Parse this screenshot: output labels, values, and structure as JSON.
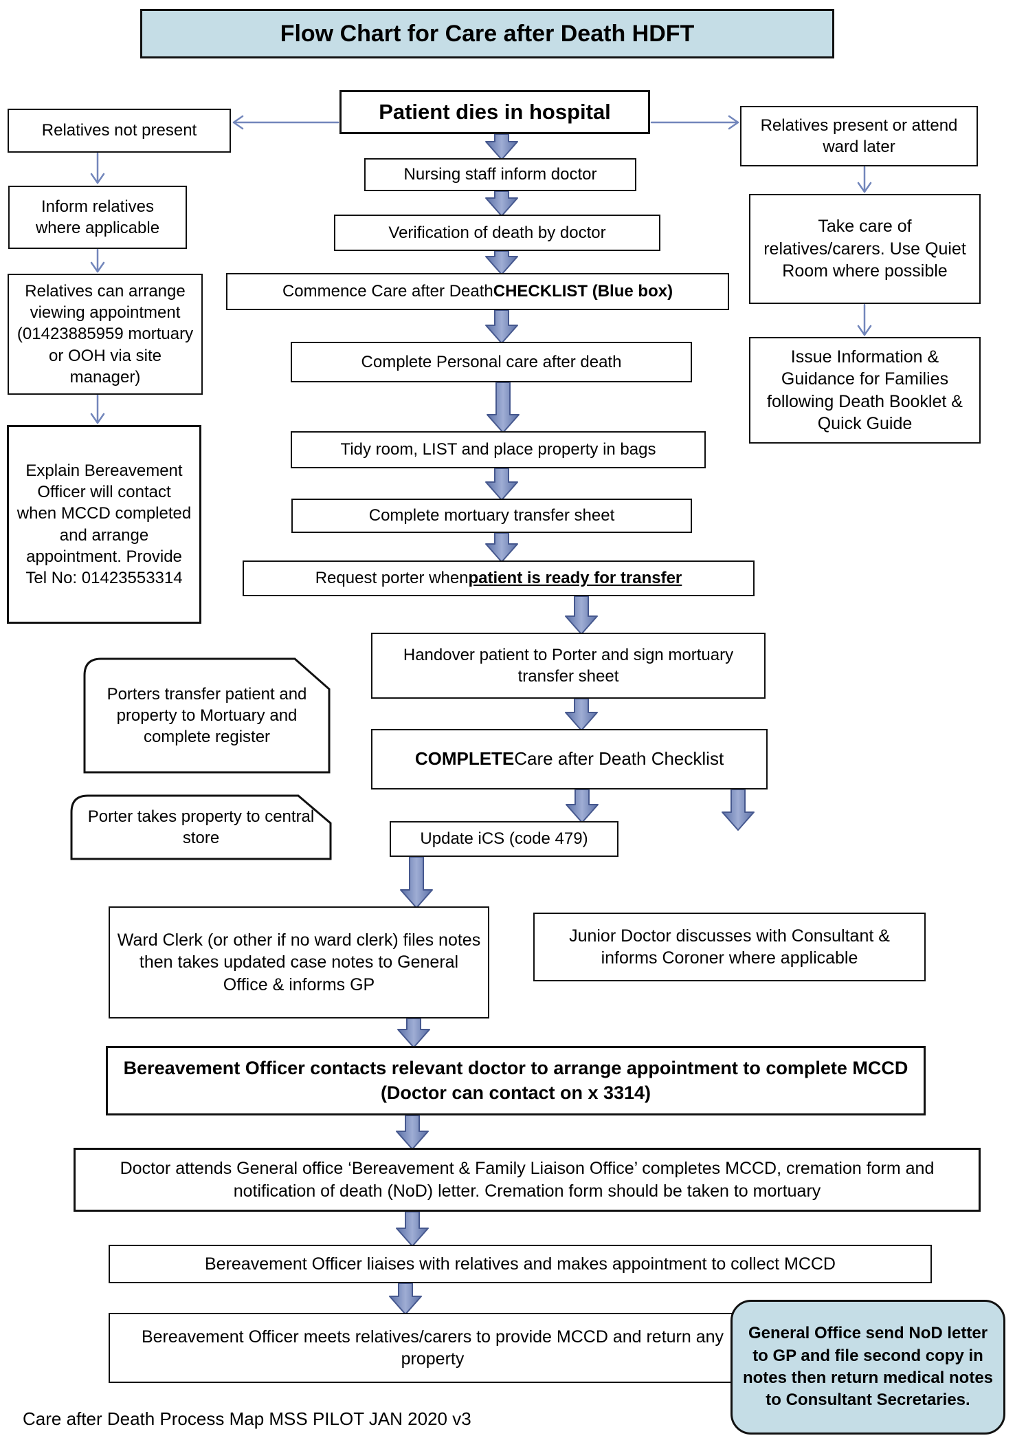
{
  "title": "Flow Chart for Care after Death HDFT",
  "footer": "Care after Death Process Map MSS PILOT JAN 2020 v3",
  "colors": {
    "box_fill_blue": "#c5dde6",
    "thin_arrow": "#7286bb",
    "block_arrow_fill_mid": "#9fadd4",
    "block_arrow_fill_edge": "#5a6fa6",
    "block_arrow_stroke": "#46588e",
    "box_border": "#111111"
  },
  "nodes": {
    "relatives_not_present": "Relatives not present",
    "inform_relatives": "Inform relatives where applicable",
    "viewing_appointment": "Relatives can arrange viewing appointment (01423885959 mortuary or OOH via site manager)",
    "explain_bereavement": "Explain Bereavement Officer will contact when MCCD completed and arrange appointment. Provide Tel No: 01423553314",
    "patient_dies": "Patient dies in hospital",
    "nursing_inform": "Nursing staff inform doctor",
    "verification": "Verification of death by doctor",
    "commence_pre": "Commence Care after Death ",
    "commence_bold": "CHECKLIST (Blue box)",
    "personal_care": "Complete Personal care after death",
    "tidy_room": "Tidy room, LIST and place property in bags",
    "mortuary_sheet": "Complete mortuary transfer sheet",
    "request_pre": "Request porter when ",
    "request_bold": "patient is ready for transfer",
    "handover": "Handover patient to Porter and sign mortuary transfer sheet",
    "complete_bold": "COMPLETE",
    "complete_rest": " Care after Death Checklist",
    "update_ics": "Update iCS (code 479)",
    "porters_transfer": "Porters transfer patient and property to Mortuary and complete register",
    "porter_property": "Porter takes property to central store",
    "ward_clerk": "Ward Clerk (or other if no ward clerk) files notes then takes updated case notes to General Office & informs GP",
    "junior_doctor": "Junior Doctor discusses with Consultant & informs Coroner where applicable",
    "bo_contacts": "Bereavement Officer contacts relevant doctor to arrange appointment to complete MCCD (Doctor can contact on x 3314)",
    "doctor_attends": "Doctor attends General office ‘Bereavement & Family Liaison Office’ completes MCCD, cremation form and notification of death (NoD) letter. Cremation form should be taken to mortuary",
    "bo_liaises": "Bereavement Officer liaises with relatives and makes appointment to collect MCCD",
    "bo_meets": "Bereavement Officer meets relatives/carers to provide MCCD and return any property",
    "general_office": "General Office send NoD letter to GP and file second copy in notes then return medical notes to Consultant Secretaries.",
    "relatives_present": "Relatives present or attend ward later",
    "take_care": "Take care of relatives/carers. Use Quiet Room where possible",
    "issue_information": "Issue Information & Guidance for Families following Death Booklet & Quick Guide"
  }
}
